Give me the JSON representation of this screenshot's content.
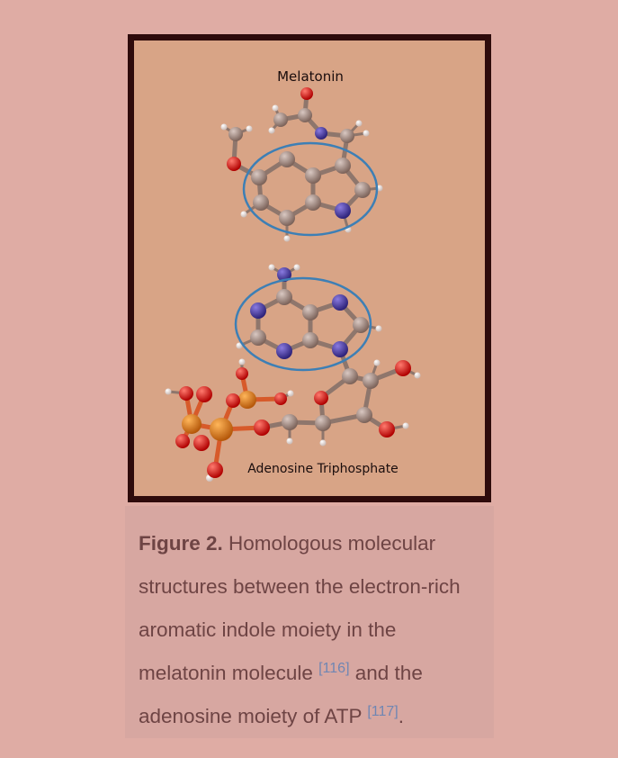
{
  "figure": {
    "molecule_top_label": "Melatonin",
    "molecule_bottom_label": "Adenosine Triphosphate"
  },
  "caption": {
    "figure_label": "Figure 2.",
    "text_1": " Homologous molecular structures between the electron-rich aromatic indole moiety in the melatonin molecule ",
    "ref_1": "[116]",
    "text_2": " and the adenosine moiety of ATP ",
    "ref_2": "[117]",
    "text_3": "."
  },
  "colors": {
    "page_background": "#dfaca4",
    "frame_border": "#2e0b0b",
    "figure_background": "#d8a486",
    "caption_text": "#6e4444",
    "reference_link": "#6f86b3",
    "ring_highlight": "#3d7fb5",
    "atom_carbon": "#9a8075",
    "atom_nitrogen": "#4a3aa8",
    "atom_oxygen": "#e01515",
    "atom_phosphorus": "#e37c14",
    "atom_hydrogen": "#f2ecec"
  }
}
